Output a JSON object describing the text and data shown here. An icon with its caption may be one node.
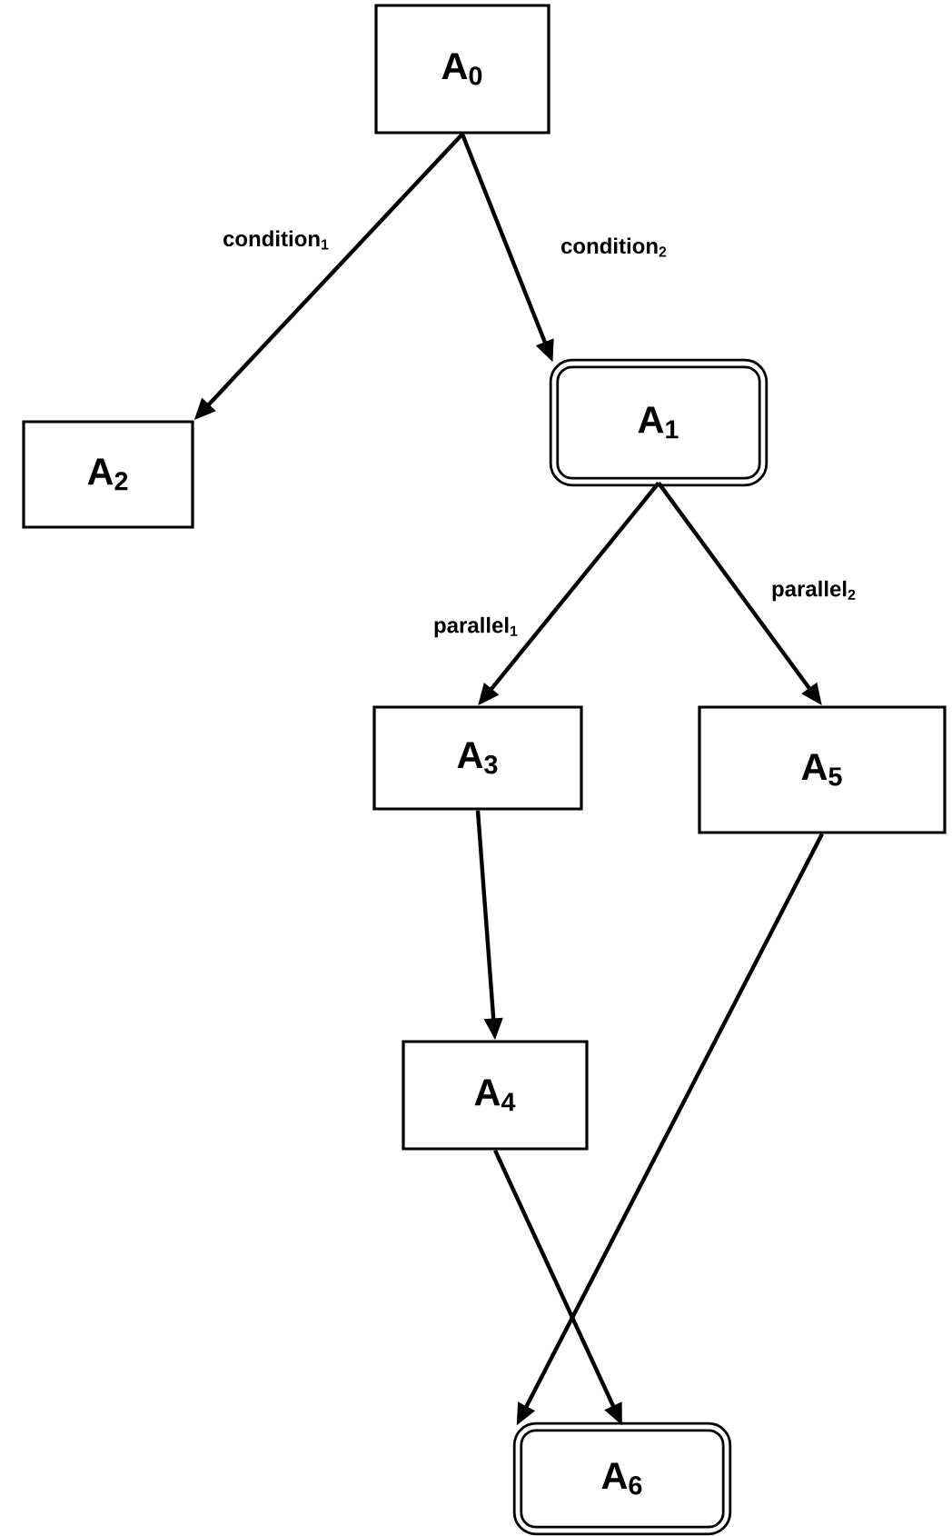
{
  "diagram": {
    "nodes": [
      {
        "text": [
          "A$_{0}$"
        ]
      },
      {
        "text": [
          "A$_{2}$"
        ]
      },
      {
        "text": [
          "A$_{1}$"
        ]
      },
      {
        "text": [
          "A$_{3}$"
        ]
      },
      {
        "text": [
          "A$_{5}$"
        ]
      },
      {
        "text": [
          "A$_{4}$"
        ]
      },
      {
        "text": [
          "A$_{6}$"
        ]
      }
    ],
    "edges": [
      {
        "from": 0,
        "to": 1,
        "arrow": "to",
        "label": "condition$_{1}$"
      },
      {
        "from": 0,
        "to": 2,
        "arrow": "to",
        "label": "condition$_{2}$"
      },
      {
        "from": 2,
        "to": 3,
        "arrow": "to",
        "label": "parallel$_{1}$"
      },
      {
        "from": 2,
        "to": 4,
        "arrow": "to",
        "label": "parallel$_{2}$"
      },
      {
        "from": 3,
        "to": 5,
        "arrow": "to"
      },
      {
        "from": 4,
        "to": 6,
        "arrow": "to"
      },
      {
        "from": 5,
        "to": 6,
        "arrow": "to"
      }
    ]
  }
}
